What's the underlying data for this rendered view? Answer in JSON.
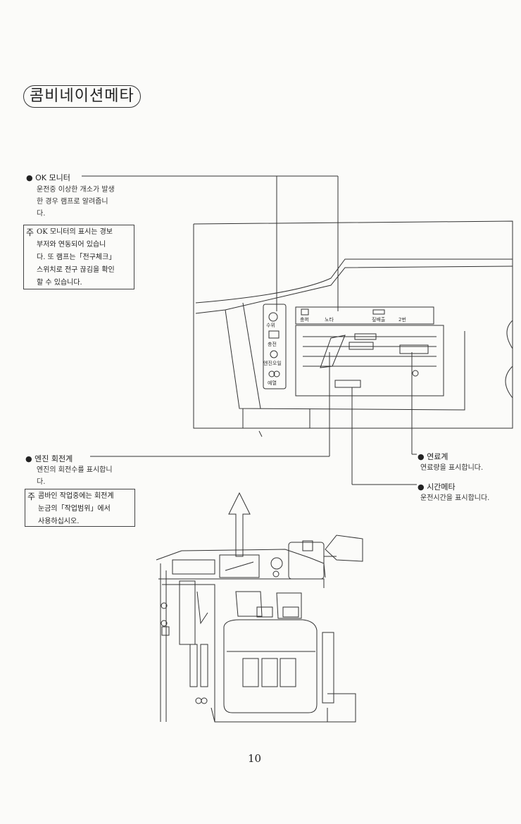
{
  "title": "콤비네이션메타",
  "ok_monitor": {
    "label": "OK 모니터",
    "desc": [
      "운전중 이상한 개소가 발생",
      "한 경우 램프로 알려줍니",
      "다."
    ],
    "note_mark": "주",
    "note": [
      "OK 모니터의 표시는 경보",
      "부저와 연동되어 있습니",
      "다. 또 램프는「전구체크」",
      "스위치로 전구 끊김을 확인",
      "할 수 있습니다."
    ]
  },
  "engine_tach": {
    "label": "엔진 회전계",
    "desc": [
      "엔진의 회전수를 표시합니",
      "다."
    ],
    "note_mark": "주",
    "note": [
      "콤바인 작업중에는 회전계",
      "눈금의「작업범위」에서",
      "사용하십시오."
    ]
  },
  "fuel_gauge": {
    "label": "연료계",
    "desc": "연료량을 표시합니다."
  },
  "hour_meter": {
    "label": "시간메타",
    "desc": "운전시간을 표시합니다."
  },
  "indicators": [
    "수위",
    "충전",
    "엔진오일",
    "예열",
    "충퍼",
    "노타",
    "짚배출",
    "2번"
  ],
  "page_number": "10"
}
